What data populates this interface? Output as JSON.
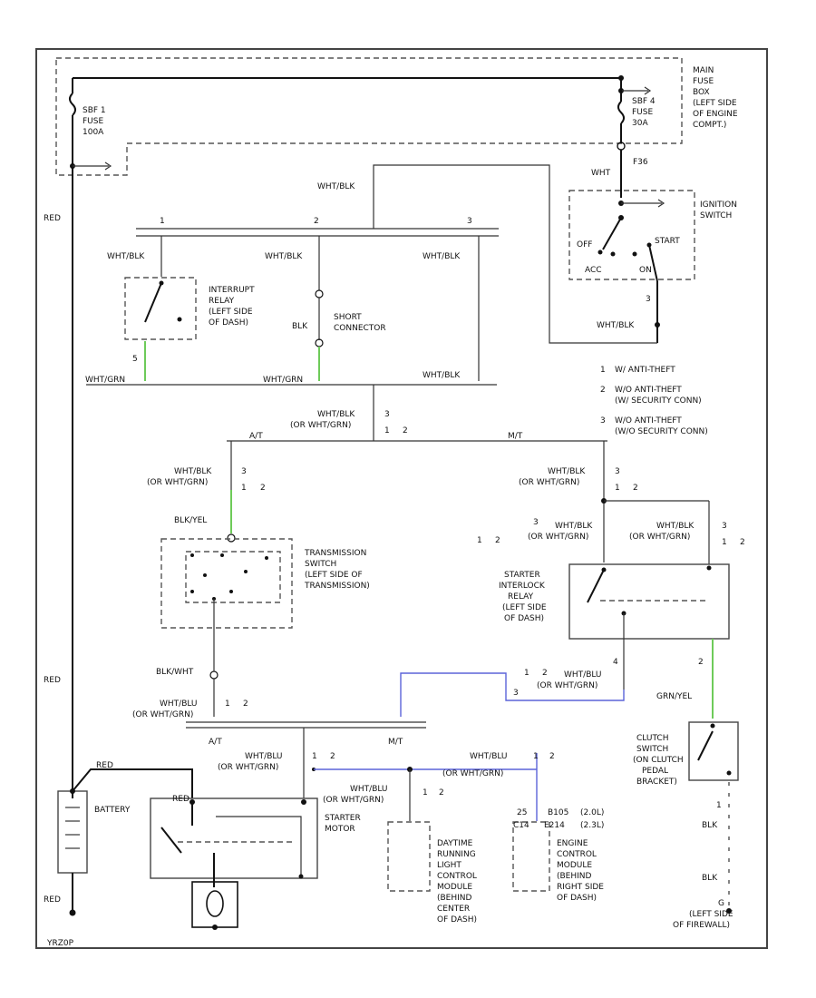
{
  "labels": {
    "fuse_sbf1": "SBF 1",
    "fuse_sbf1_lbl": "FUSE",
    "fuse_sbf1_amp": "100A",
    "fuse_sbf4": "SBF 4",
    "fuse_sbf4_lbl": "FUSE",
    "fuse_sbf4_amp": "30A",
    "mainfuse_1": "MAIN",
    "mainfuse_2": "FUSE",
    "mainfuse_3": "BOX",
    "mainfuse_4": "(LEFT SIDE",
    "mainfuse_5": "OF ENGINE",
    "mainfuse_6": "COMPT.)",
    "f36": "F36",
    "wht_ign": "WHT",
    "red_top": "RED",
    "red_mid": "RED",
    "red_bot": "RED",
    "whtblk_top": "WHT/BLK",
    "ign_sw_1": "IGNITION",
    "ign_sw_2": "SWITCH",
    "ign_off": "OFF",
    "ign_start": "START",
    "ign_acc": "ACC",
    "ign_on": "ON",
    "pin1_a": "1",
    "pin2_a": "2",
    "pin3_a": "3",
    "whtblk_int": "WHT/BLK",
    "whtblk_short": "WHT/BLK",
    "whtblk_right": "WHT/BLK",
    "whtblk_ign": "WHT/BLK",
    "int_relay_1": "INTERRUPT",
    "int_relay_2": "RELAY",
    "int_relay_3": "(LEFT SIDE",
    "int_relay_4": "OF DASH)",
    "blk_short": "BLK",
    "short_1": "SHORT",
    "short_2": "CONNECTOR",
    "whtgrn_1": "WHT/GRN",
    "whtgrn_2": "WHT/GRN",
    "whtblk_r2": "WHT/BLK",
    "note1": "W/ ANTI-THEFT",
    "note2a": "W/O ANTI-THEFT",
    "note2b": "(W/ SECURITY CONN)",
    "note3a": "W/O ANTI-THEFT",
    "note3b": "(W/O SECURITY CONN)",
    "n1": "1",
    "n2": "2",
    "n3": "3",
    "whtblk_c": "WHT/BLK",
    "or_whtgrn_c": "(OR WHT/GRN)",
    "at": "A/T",
    "mt": "M/T",
    "whtblk_l": "WHT/BLK",
    "or_whtgrn_l": "(OR WHT/GRN)",
    "whtblk_r": "WHT/BLK",
    "or_whtgrn_r": "(OR WHT/GRN)",
    "blkyel": "BLK/YEL",
    "trans_1": "TRANSMISSION",
    "trans_2": "SWITCH",
    "trans_3": "(LEFT SIDE OF",
    "trans_4": "TRANSMISSION)",
    "whtblk_si1": "WHT/BLK",
    "or_whtgrn_si1": "(OR WHT/GRN)",
    "whtblk_si2": "WHT/BLK",
    "or_whtgrn_si2": "(OR WHT/GRN)",
    "sir_1": "STARTER",
    "sir_2": "INTERLOCK",
    "sir_3": "RELAY",
    "sir_4": "(LEFT SIDE",
    "sir_5": "OF DASH)",
    "blkwht": "BLK/WHT",
    "whtblu_1": "WHT/BLU",
    "or_whtgrn_b1": "(OR WHT/GRN)",
    "whtblu_2": "WHT/BLU",
    "or_whtgrn_b2": "(OR WHT/GRN)",
    "grnyel": "GRN/YEL",
    "clutch_1": "CLUTCH",
    "clutch_2": "SWITCH",
    "clutch_3": "(ON CLUTCH",
    "clutch_4": "PEDAL",
    "clutch_5": "BRACKET)",
    "at2": "A/T",
    "mt2": "M/T",
    "whtblu_3": "WHT/BLU",
    "or_whtgrn_b3": "(OR WHT/GRN)",
    "whtblu_4": "WHT/BLU",
    "or_whtgrn_b4": "(OR WHT/GRN)",
    "whtblu_5": "WHT/BLU",
    "or_whtgrn_b5": "(OR WHT/GRN)",
    "battery": "BATTERY",
    "red_bat": "RED",
    "red_st": "RED",
    "starter_1": "STARTER",
    "starter_2": "MOTOR",
    "drl_1": "DAYTIME",
    "drl_2": "RUNNING",
    "drl_3": "LIGHT",
    "drl_4": "CONTROL",
    "drl_5": "MODULE",
    "drl_6": "(BEHIND",
    "drl_7": "CENTER",
    "drl_8": "OF DASH)",
    "ecm_pin1": "25",
    "ecm_pin1b": "B105",
    "ecm_pin1c": "(2.0L)",
    "ecm_pin2": "C14",
    "ecm_pin2b": "E214",
    "ecm_pin2c": "(2.3L)",
    "ecm_1": "ENGINE",
    "ecm_2": "CONTROL",
    "ecm_3": "MODULE",
    "ecm_4": "(BEHIND",
    "ecm_5": "RIGHT SIDE",
    "ecm_6": "OF DASH)",
    "blk_g1": "BLK",
    "blk_g2": "BLK",
    "g_1": "G",
    "g_2": "(LEFT SIDE",
    "g_3": "OF FIREWALL)",
    "p1": "1",
    "p2": "2",
    "p3": "3",
    "p4": "4",
    "p5": "5",
    "footer": "YRZ0P"
  },
  "colors": {
    "wire": "#111111",
    "green_wire": "#6ecb5a",
    "blue_wire": "#5b63d9"
  }
}
